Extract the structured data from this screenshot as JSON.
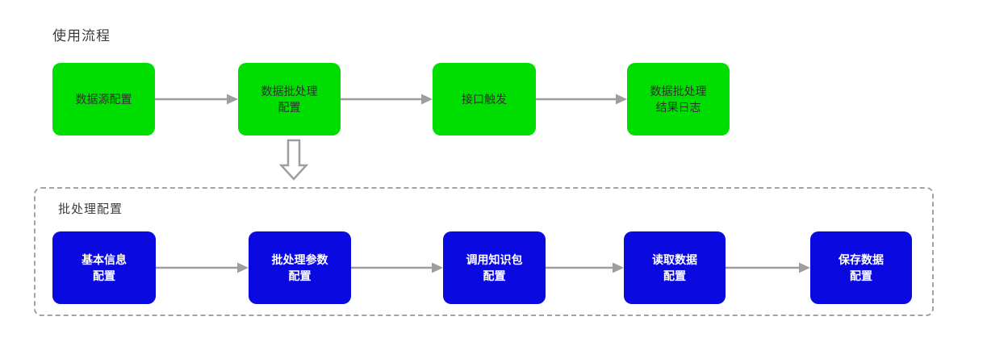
{
  "title": "使用流程",
  "usage_flow": {
    "nodes": [
      {
        "id": "datasource-config",
        "label": "数据源配置"
      },
      {
        "id": "data-batch-config",
        "label": "数据批处理\n配置"
      },
      {
        "id": "api-trigger",
        "label": "接口触发"
      },
      {
        "id": "batch-result-log",
        "label": "数据批处理\n结果日志"
      }
    ]
  },
  "connector": {
    "from": "数据批处理配置",
    "to": "批处理配置",
    "style": "hollow-down-arrow"
  },
  "batch_section": {
    "label": "批处理配置",
    "nodes": [
      {
        "id": "basic-info-config",
        "label": "基本信息\n配置"
      },
      {
        "id": "batch-params-config",
        "label": "批处理参数\n配置"
      },
      {
        "id": "knowledge-package-config",
        "label": "调用知识包\n配置"
      },
      {
        "id": "read-data-config",
        "label": "读取数据\n配置"
      },
      {
        "id": "save-data-config",
        "label": "保存数据\n配置"
      }
    ]
  },
  "colors": {
    "node-green": "#00dd00",
    "node-blue": "#0a0ae0",
    "arrow-gray": "#9e9e9e",
    "container-border": "#a3a3a3",
    "green-text": "#303030",
    "blue-text": "#ffffff",
    "title-text": "#3c3c3c"
  }
}
